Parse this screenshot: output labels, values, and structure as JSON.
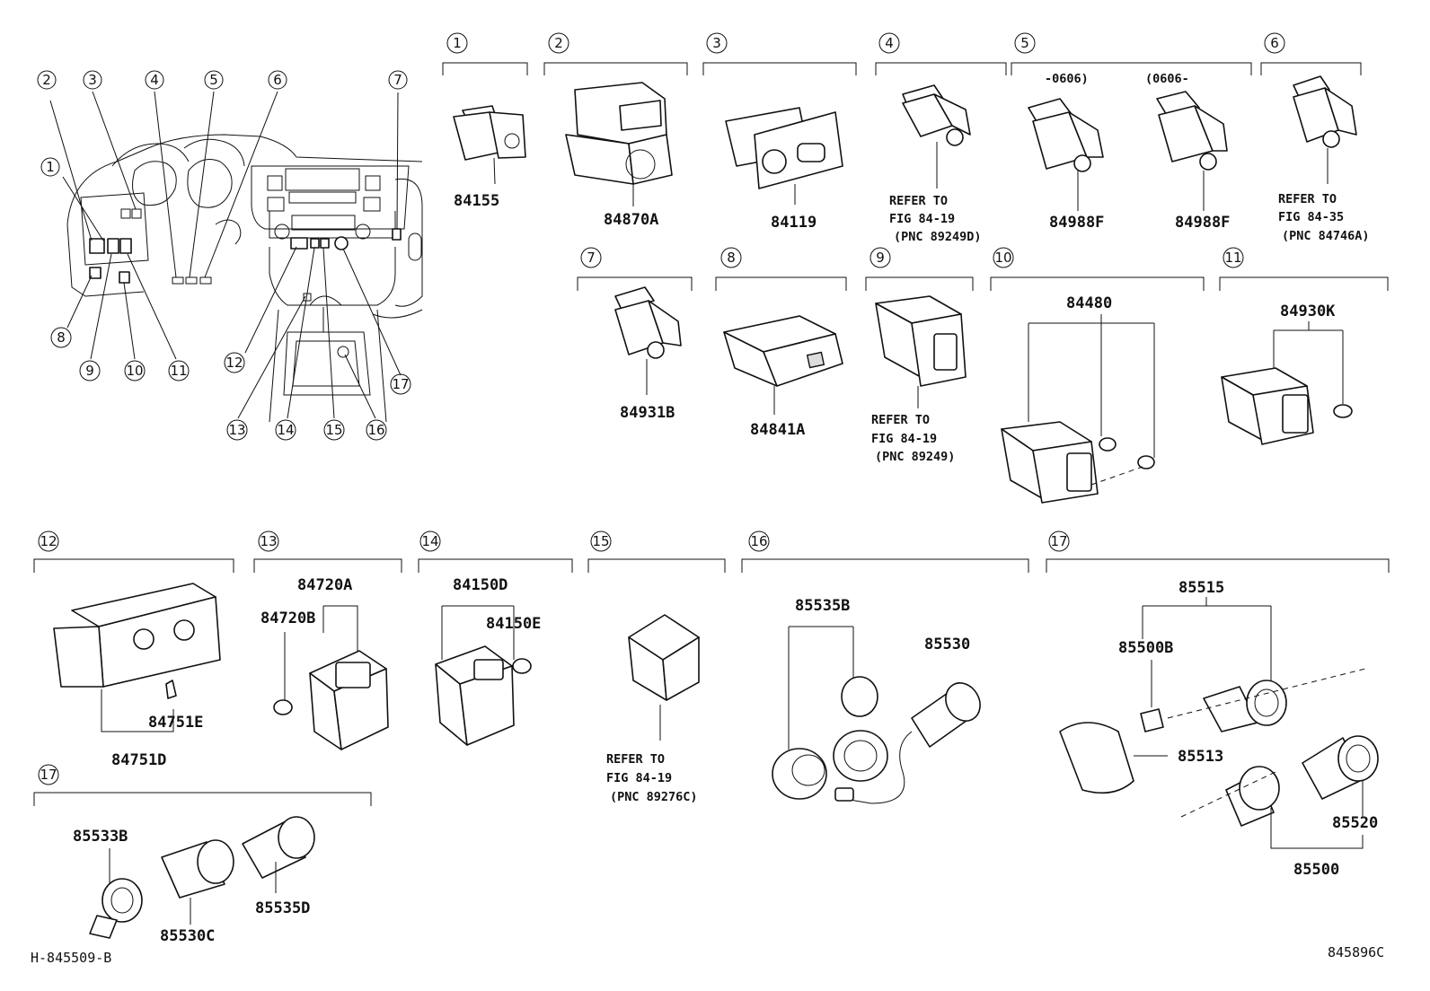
{
  "figure_code": "H-845509-B",
  "figure_code_right": "845896C",
  "overview_labels": [
    "1",
    "2",
    "3",
    "4",
    "5",
    "6",
    "7",
    "8",
    "9",
    "10",
    "11",
    "12",
    "13",
    "14",
    "15",
    "16",
    "17"
  ],
  "groups": [
    {
      "index": "1",
      "parts": [
        "84155"
      ],
      "note": []
    },
    {
      "index": "2",
      "parts": [
        "84870A"
      ],
      "note": []
    },
    {
      "index": "3",
      "parts": [
        "84119"
      ],
      "note": []
    },
    {
      "index": "4",
      "parts": [],
      "note": [
        "REFER TO",
        "FIG 84-19",
        "(PNC 89249D)"
      ]
    },
    {
      "index": "5",
      "parts": [
        "84988F",
        "84988F"
      ],
      "note": [],
      "ranges": [
        "-0606)",
        "(0606-"
      ]
    },
    {
      "index": "6",
      "parts": [],
      "note": [
        "REFER TO",
        "FIG 84-35",
        "(PNC 84746A)"
      ]
    },
    {
      "index": "7",
      "parts": [
        "84931B"
      ],
      "note": []
    },
    {
      "index": "8",
      "parts": [
        "84841A"
      ],
      "note": []
    },
    {
      "index": "9",
      "parts": [],
      "note": [
        "REFER TO",
        "FIG 84-19",
        "(PNC 89249)"
      ]
    },
    {
      "index": "10",
      "parts": [
        "84480"
      ],
      "note": []
    },
    {
      "index": "11",
      "parts": [
        "84930K"
      ],
      "note": []
    },
    {
      "index": "12",
      "parts": [
        "84751E",
        "84751D"
      ],
      "note": []
    },
    {
      "index": "13",
      "parts": [
        "84720A",
        "84720B"
      ],
      "note": []
    },
    {
      "index": "14",
      "parts": [
        "84150D",
        "84150E"
      ],
      "note": []
    },
    {
      "index": "15",
      "parts": [],
      "note": [
        "REFER TO",
        "FIG 84-19",
        "(PNC 89276C)"
      ]
    },
    {
      "index": "16",
      "parts": [
        "85535B",
        "85530"
      ],
      "note": []
    },
    {
      "index": "17",
      "parts": [
        "85515",
        "85500B",
        "85513",
        "85520",
        "85500"
      ],
      "note": []
    },
    {
      "index": "17",
      "parts": [
        "85533B",
        "85530C",
        "85535D"
      ],
      "note": []
    }
  ]
}
